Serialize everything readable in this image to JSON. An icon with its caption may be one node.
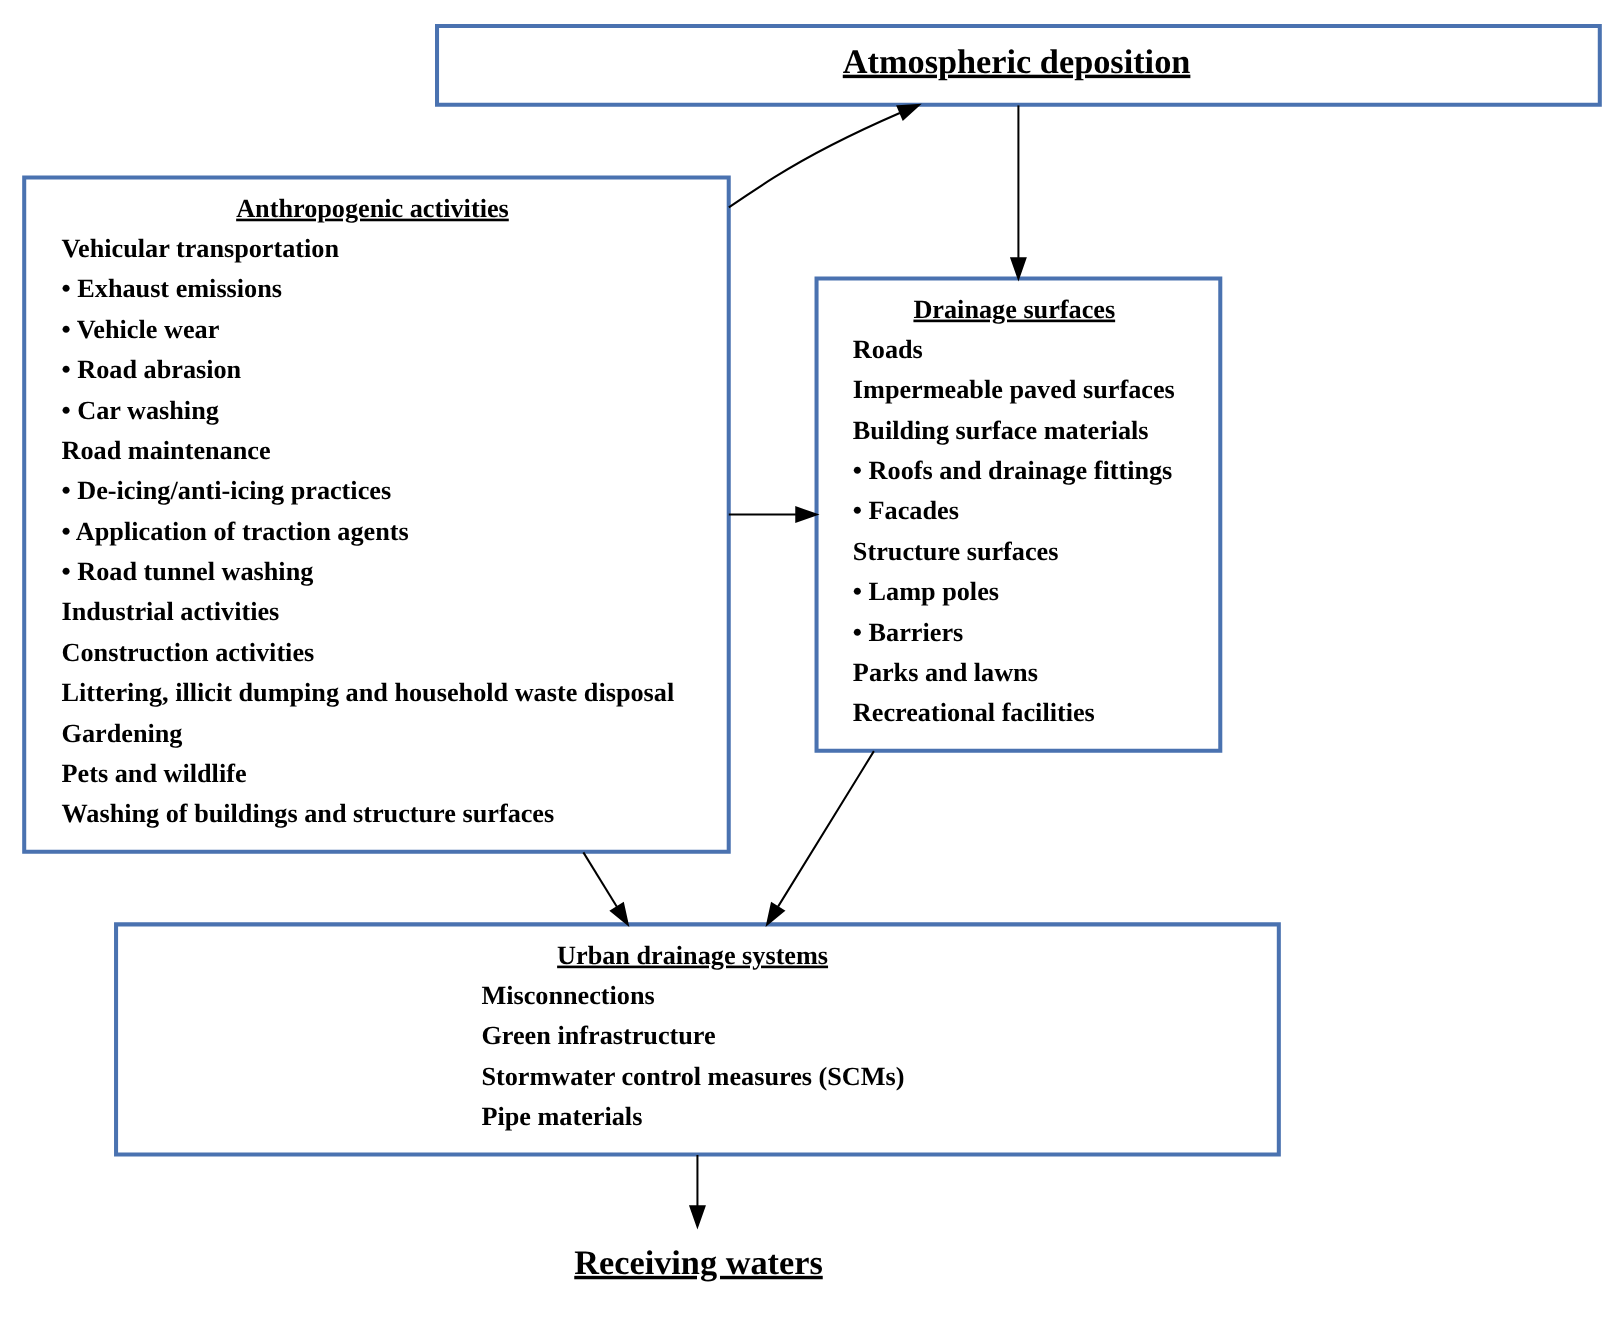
{
  "diagram": {
    "nodes": [
      {
        "text": [
          "Atmospheric deposition"
        ]
      },
      {
        "text": [
          "Drainage surfaces",
          "Roads",
          "Impermeable paved surfaces",
          "Building surface materials",
          "• Roofs and drainage fittings",
          "• Facades",
          "Structure surfaces",
          "• Lamp poles",
          "• Barriers",
          "Parks and lawns",
          "Recreational facilities"
        ]
      },
      {
        "text": [
          "Anthropogenic activities",
          "Vehicular transportation",
          "• Exhaust emissions",
          "• Vehicle wear",
          "• Road abrasion",
          "• Car washing",
          "Road maintenance",
          "• De-icing/anti-icing practices",
          "• Application of traction agents",
          "• Road tunnel washing",
          "Industrial activities",
          "Construction activities",
          "Littering, illicit dumping and household waste disposal",
          "Gardening",
          "Pets and wildlife",
          "Washing of buildings and structure surfaces"
        ]
      },
      {
        "text": [
          "Urban drainage systems",
          "Misconnections",
          "Green infrastructure",
          "Stormwater control measures (SCMs)",
          "Pipe materials"
        ]
      },
      {
        "text": [
          "Receiving waters"
        ]
      }
    ],
    "edges": [
      {
        "from": 0,
        "to": 1,
        "arrow": "to"
      },
      {
        "from": 2,
        "to": 0,
        "arrow": "to"
      },
      {
        "from": 2,
        "to": 1,
        "arrow": "to"
      },
      {
        "from": 1,
        "to": 3,
        "arrow": "to"
      },
      {
        "from": 2,
        "to": 3,
        "arrow": "to"
      },
      {
        "from": 3,
        "to": 4,
        "arrow": "to"
      }
    ]
  }
}
